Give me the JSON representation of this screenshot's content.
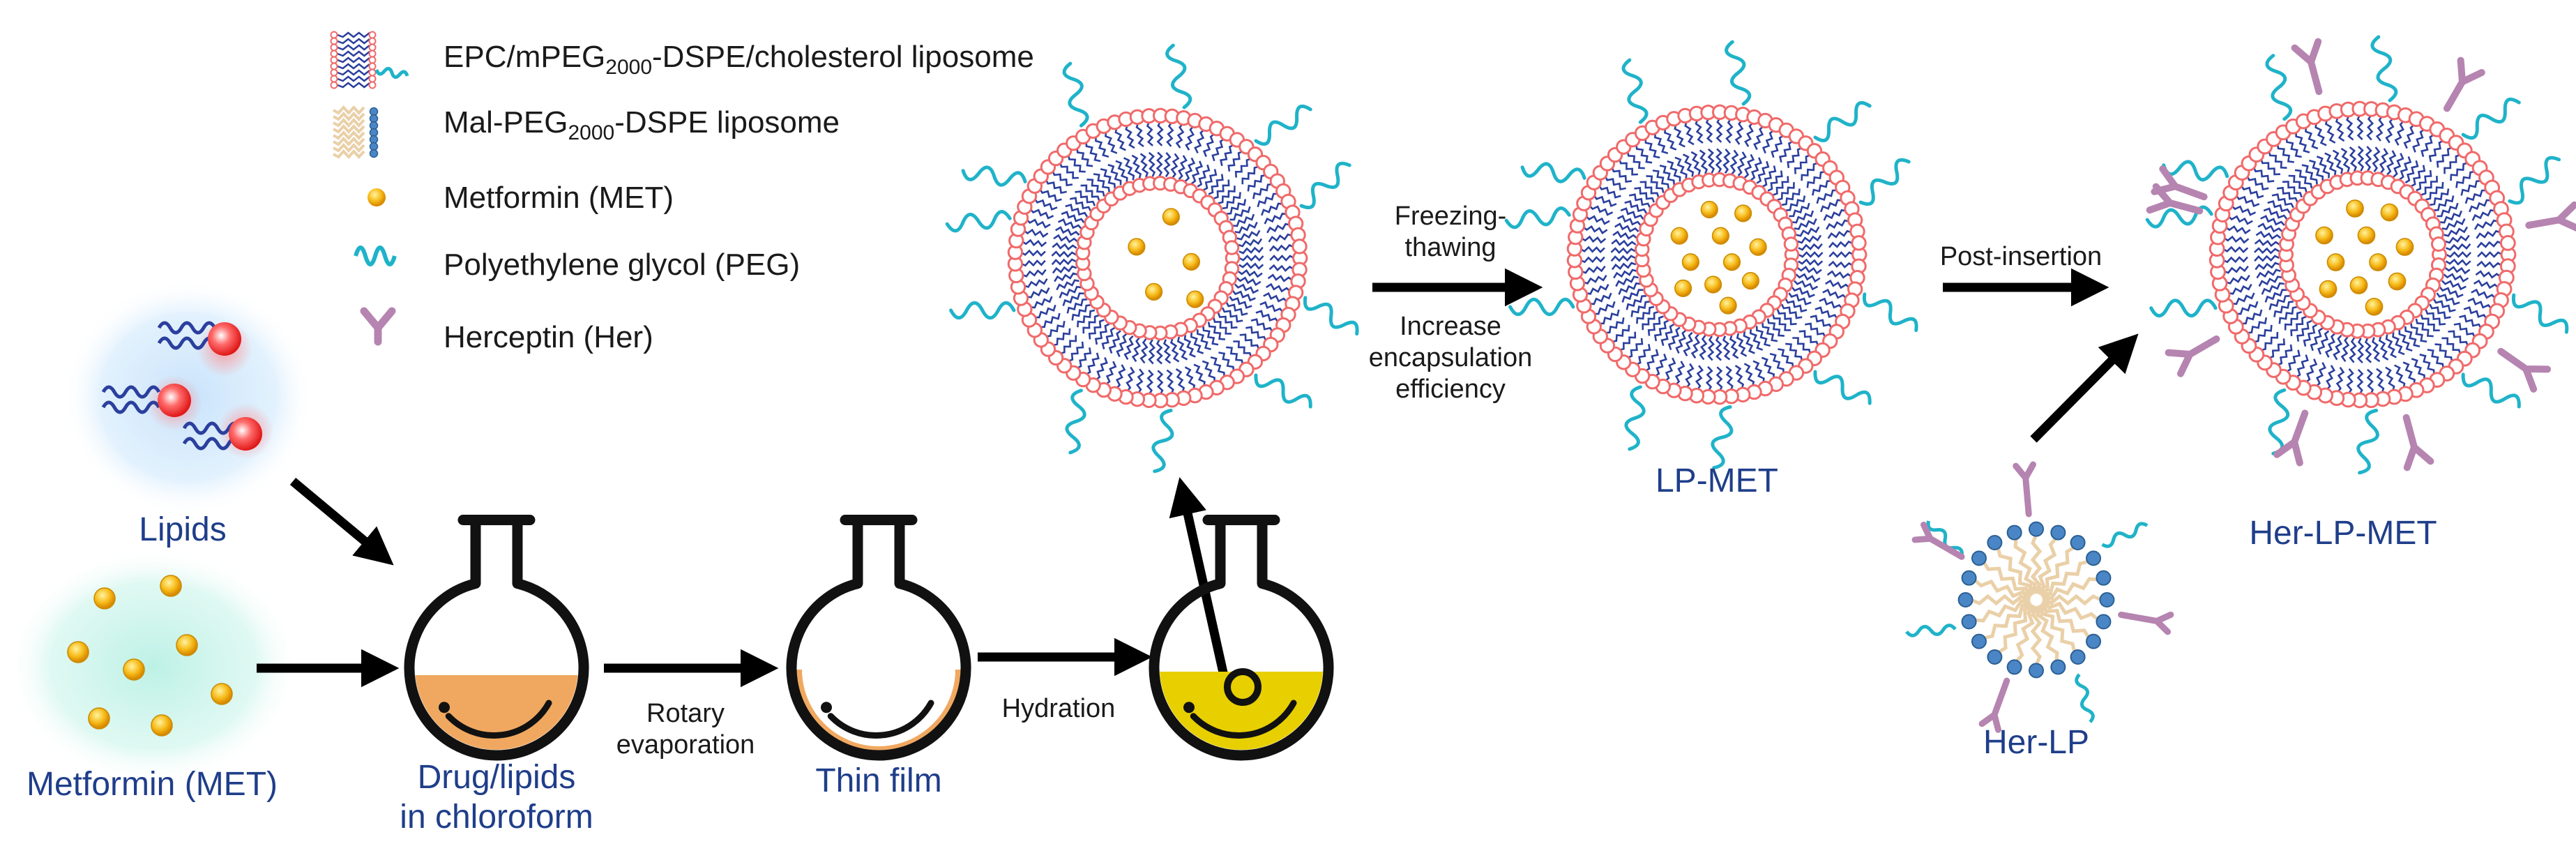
{
  "legend": {
    "liposome": {
      "pre": "EPC/mPEG",
      "sub": "2000",
      "post": "-DSPE/cholesterol liposome"
    },
    "mal_liposome": {
      "pre": "Mal-PEG",
      "sub": "2000",
      "post": "-DSPE  liposome"
    },
    "metformin": "Metformin (MET)",
    "peg": "Polyethylene glycol (PEG)",
    "herceptin": "Herceptin (Her)"
  },
  "labels": {
    "lipids": "Lipids",
    "metformin": "Metformin (MET)",
    "drug_lipids_line1": "Drug/lipids",
    "drug_lipids_line2": "in chloroform",
    "thin_film": "Thin film",
    "lp_met": "LP-MET",
    "her_lp": "Her-LP",
    "her_lp_met": "Her-LP-MET"
  },
  "steps": {
    "rotary_line1": "Rotary",
    "rotary_line2": "evaporation",
    "hydration": "Hydration",
    "freezing_line1": "Freezing-",
    "freezing_line2": "thawing",
    "increase_line1": "Increase",
    "increase_line2": "encapsulation",
    "increase_line3": "efficiency",
    "post_insertion": "Post-insertion"
  },
  "colors": {
    "label_blue": "#1f3e8a",
    "lipid_tail": "#2b3f9e",
    "lipid_head": "#f06a6a",
    "peg": "#1fb3c9",
    "metformin": "#f5b800",
    "herceptin": "#b684b0",
    "chloroform_solution": "#f0a860",
    "hydration_solution": "#e8cf00",
    "mal_head": "#4a86c5",
    "mal_core": "#ead0a8"
  }
}
